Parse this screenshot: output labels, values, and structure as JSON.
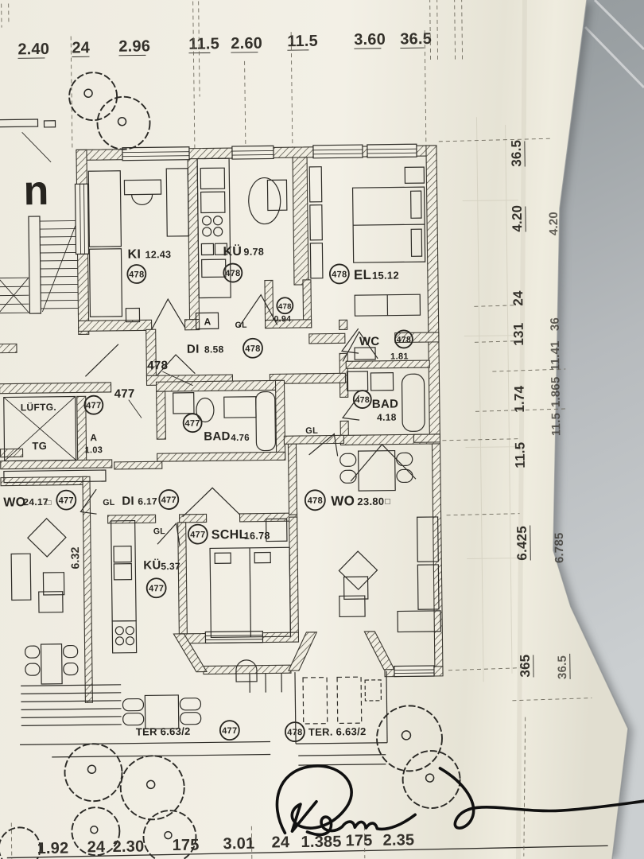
{
  "document": {
    "type": "architectural floor plan photo",
    "letter_fragment": "n"
  },
  "dims": {
    "top": [
      "2.40",
      "24",
      "2.96",
      "11.5",
      "2.60",
      "11.5",
      "3.60",
      "36.5"
    ],
    "bottom": [
      "1.92",
      "24",
      "2.30",
      "175",
      "3.01",
      "24",
      "1.385",
      "175",
      "2.35"
    ],
    "right_inner": [
      "36.5",
      "4.20",
      "24",
      "131",
      "1.74",
      "11.5",
      "6.425",
      "365"
    ],
    "right_outer": [
      "4.20",
      "36",
      "11.41",
      "1.865",
      "11.5",
      "6.785",
      "36.5"
    ],
    "wo_left_depth": "6.32"
  },
  "apartments": {
    "upper": "478",
    "lower_left": "477",
    "lower_right": "478"
  },
  "rooms": {
    "ki": {
      "name": "KI",
      "area": "12.43",
      "unit": "478"
    },
    "ku_upper": {
      "name": "KÜ",
      "area": "9.78",
      "unit": "478"
    },
    "el": {
      "name": "EL",
      "area": "15.12",
      "unit": "478"
    },
    "shaft": {
      "area": "0.94",
      "unit": "478"
    },
    "di_upper": {
      "name": "DI",
      "area": "8.58",
      "unit": "478"
    },
    "wc": {
      "name": "WC",
      "area": "1.81",
      "unit": "478"
    },
    "bad_upper": {
      "name": "BAD",
      "area": "4.18",
      "unit": "478"
    },
    "lueftg": {
      "name": "LÜFTG.",
      "sub": "TG"
    },
    "a_closet": {
      "name": "A",
      "area": "1.03"
    },
    "wo_left": {
      "name": "WO",
      "area": "24.17",
      "suffix": "□",
      "unit": "477"
    },
    "di_lower": {
      "name": "DI",
      "area": "6.17",
      "unit": "477"
    },
    "bad_lower": {
      "name": "BAD",
      "area": "4.76",
      "unit": "477"
    },
    "ku_lower": {
      "name": "KÜ",
      "area": "5.37",
      "unit": "477"
    },
    "schl": {
      "name": "SCHL",
      "area": "16.78",
      "unit": "477"
    },
    "wo_right": {
      "name": "WO",
      "area": "23.80",
      "suffix": "□",
      "unit": "478"
    },
    "ter_left": {
      "name": "TER 6.63/2",
      "unit": "477"
    },
    "ter_right": {
      "name": "TER. 6.63/2",
      "unit": "478"
    }
  },
  "annotations": {
    "a_door": "A",
    "gl": "GL",
    "hall_upper": "478",
    "hall_lower": "477"
  }
}
